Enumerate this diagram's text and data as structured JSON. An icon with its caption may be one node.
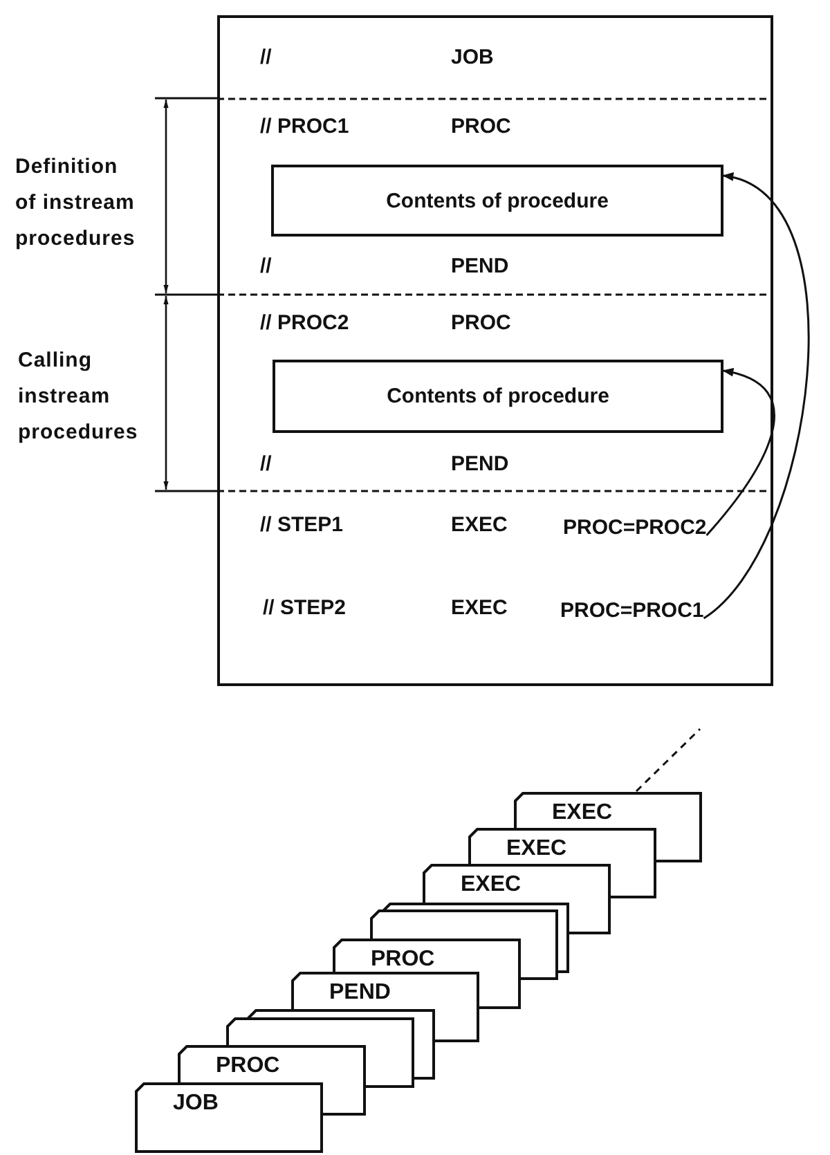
{
  "diagram": {
    "nodes": [
      {
        "text": [],
        "shape": "box"
      },
      {
        "text": [
          "Contents of procedure"
        ],
        "in": 0
      },
      {
        "text": [
          "Contents of procedure"
        ],
        "in": 0
      },
      {
        "text": [
          "PROC=PROC2"
        ],
        "in": 0
      },
      {
        "text": [
          "PROC=PROC1"
        ],
        "in": 0
      },
      {
        "text": [
          "JOB"
        ]
      },
      {
        "text": [
          "PROC"
        ]
      },
      {
        "text": [],
        "shape": "box"
      },
      {
        "text": [],
        "shape": "box"
      },
      {
        "text": [
          "PEND"
        ]
      },
      {
        "text": [
          "PROC"
        ]
      },
      {
        "text": [],
        "shape": "box"
      },
      {
        "text": [],
        "shape": "box"
      },
      {
        "text": [
          "EXEC"
        ]
      },
      {
        "text": [
          "EXEC"
        ]
      },
      {
        "text": [
          "EXEC"
        ]
      }
    ],
    "edges": [
      {
        "from": 3,
        "to": 2,
        "arrow": "to"
      },
      {
        "from": 4,
        "to": 1,
        "arrow": "to"
      },
      {
        "from": 15,
        "to": null,
        "arrow": "none",
        "style": "dashed"
      }
    ],
    "labels": [
      "//",
      "JOB",
      "// PROC1",
      "PROC",
      "Definition of instream procedures",
      "//",
      "PEND",
      "// PROC2",
      "PROC",
      "Calling instream procedures",
      "//",
      "PEND",
      "// STEP1",
      "EXEC",
      "// STEP2",
      "EXEC"
    ]
  }
}
